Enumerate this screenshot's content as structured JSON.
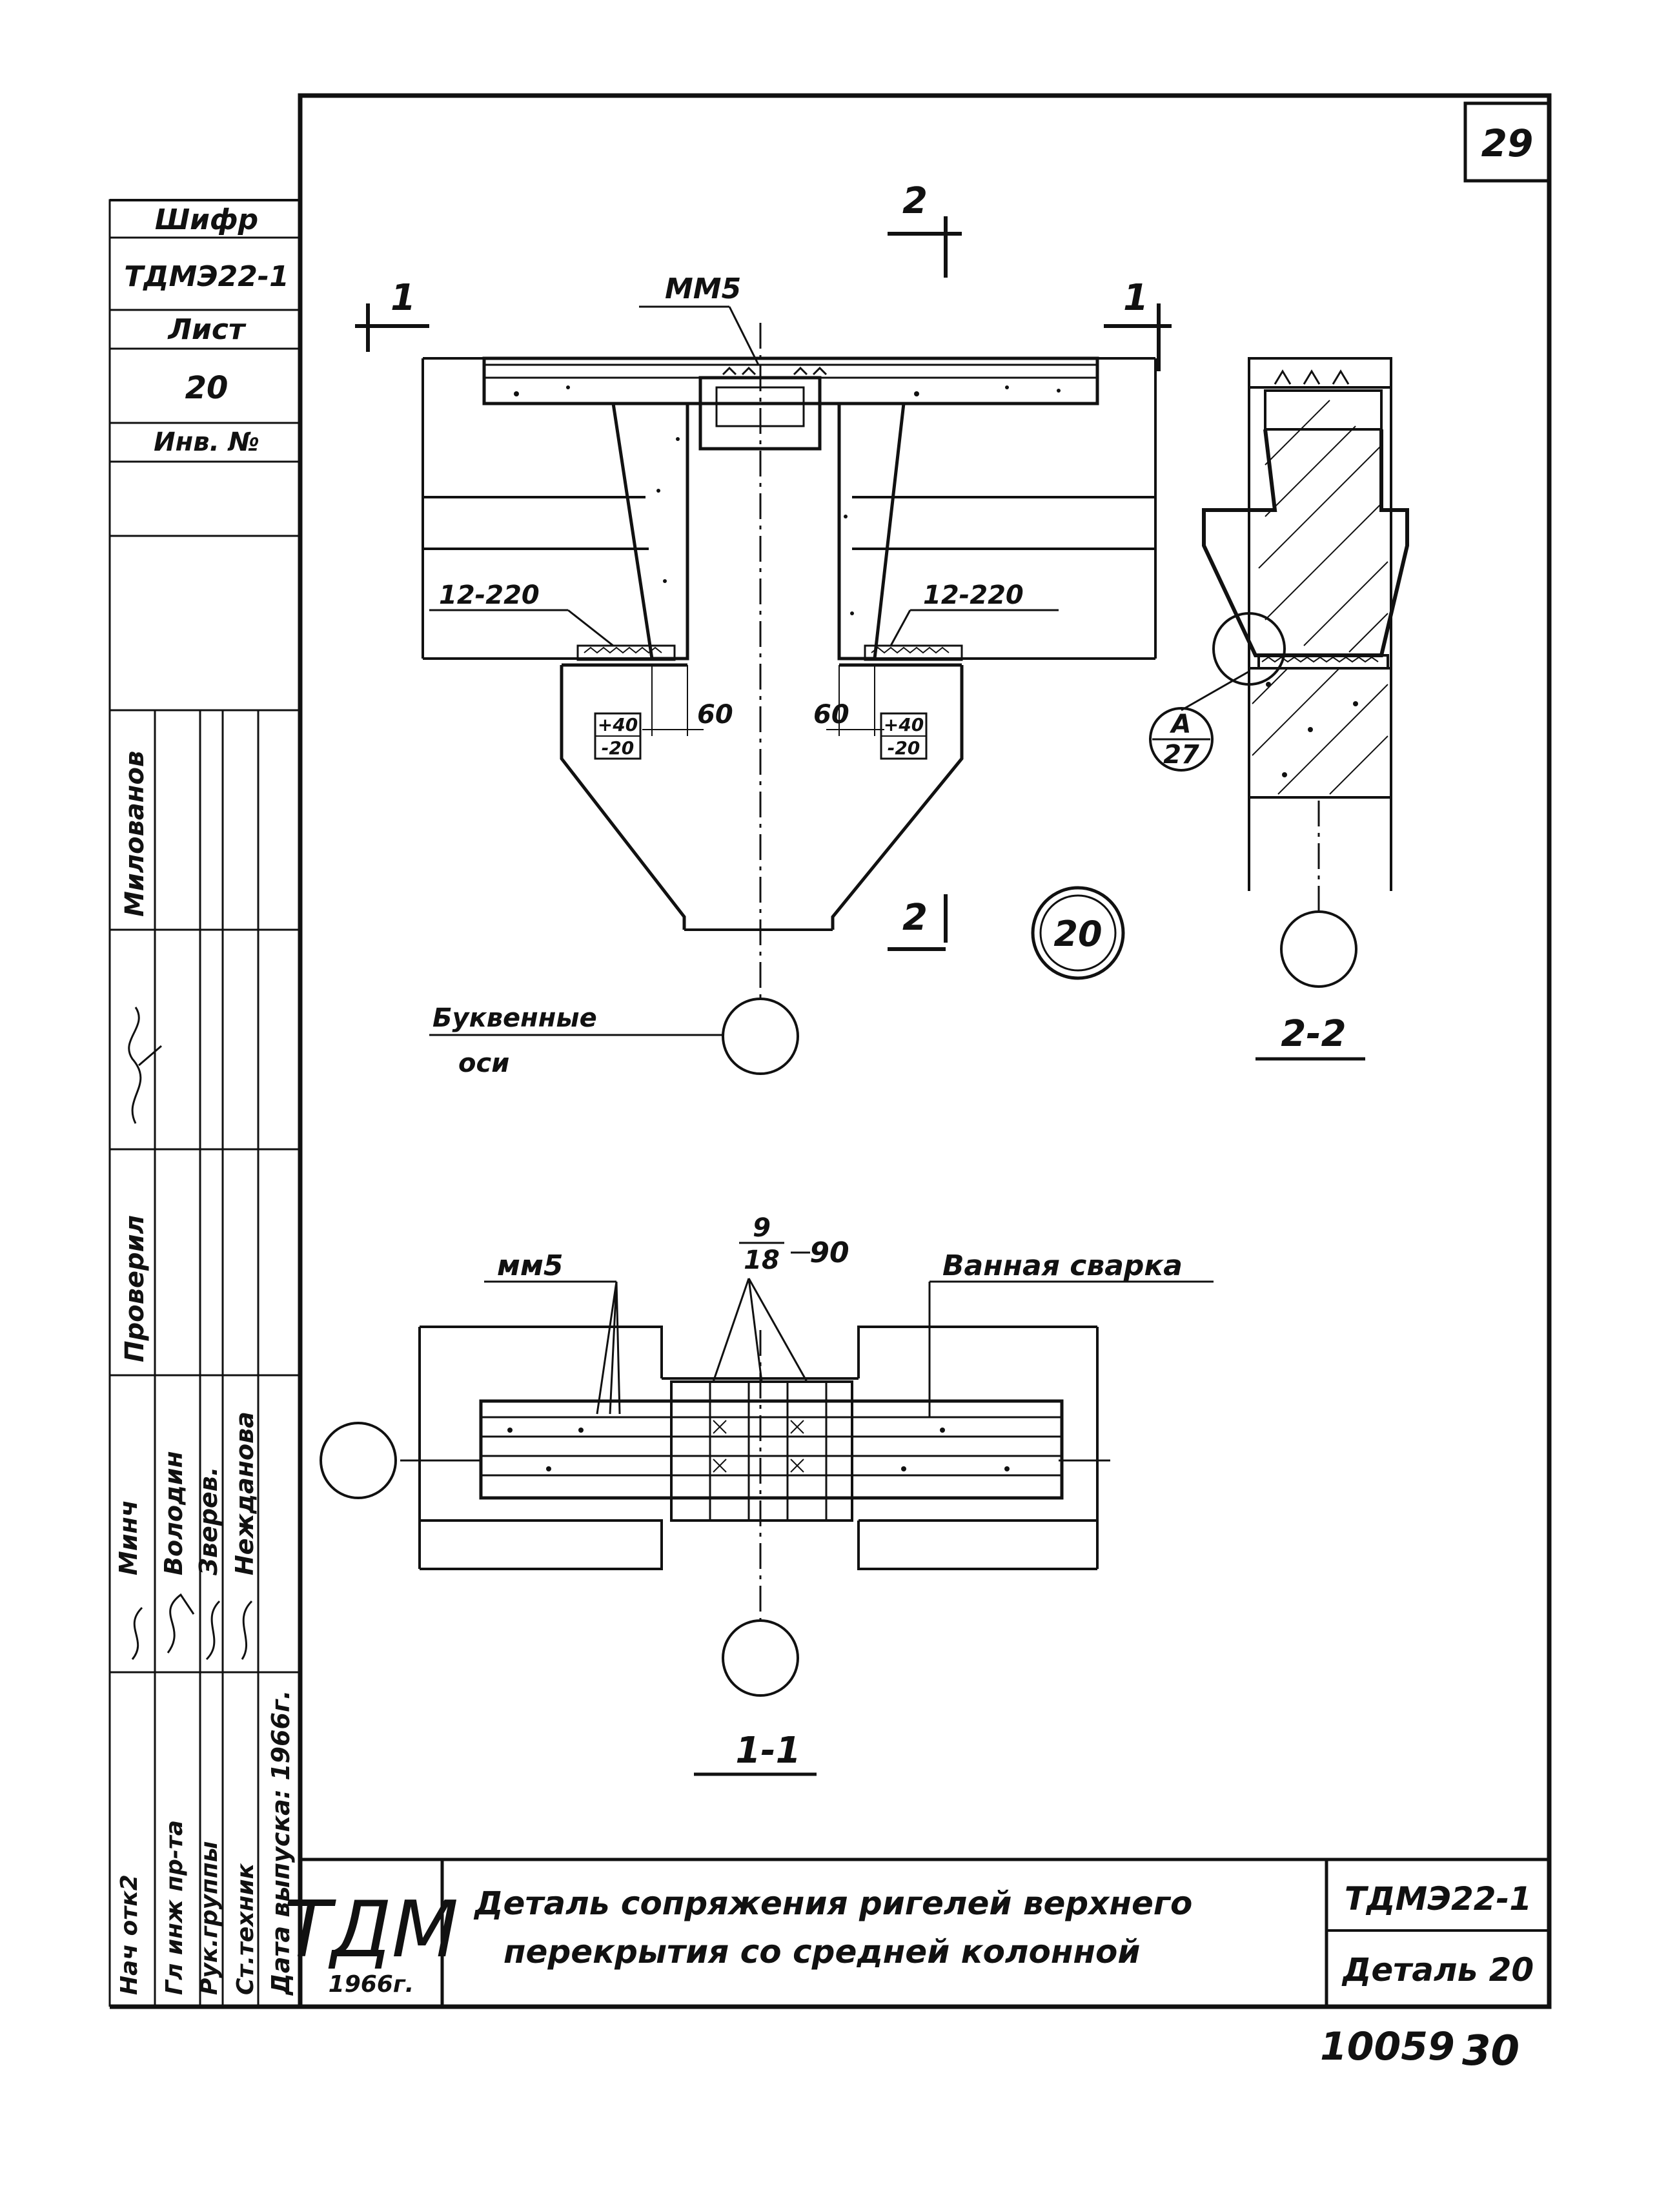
{
  "sheet_number": "29",
  "side_stamp": {
    "shifr_label": "Шифр",
    "shifr_value": "ТДМЭ22-1",
    "list_label": "Лист",
    "list_value": "20",
    "inv_label": "Инв. №"
  },
  "signatures": {
    "author": "Милованов",
    "checked": "Проверил",
    "rows": [
      {
        "role": "Нач отк2",
        "name": "Минч"
      },
      {
        "role": "Гл инж пр-та",
        "name": "Володин"
      },
      {
        "role": "Рук.группы",
        "name": "Зверев."
      },
      {
        "role": "Ст.техник",
        "name": "Нежданова"
      }
    ],
    "release_date": "Дата выпуска: 1966г."
  },
  "drawing": {
    "section_mark_1": "1",
    "section_mark_2": "2",
    "mm5_top": "ММ5",
    "weld_left": "12-220",
    "weld_right": "12-220",
    "tol_top": "+40",
    "tol_bottom": "-20",
    "dim_60": "60",
    "detail_number": "20",
    "axis_label_line1": "Буквенные",
    "axis_label_line2": "оси",
    "detail_ref_top": "А",
    "detail_ref_bottom": "27",
    "section_22": "2-2",
    "mm5_section": "мм5",
    "frac_top": "9",
    "frac_bottom": "18",
    "frac_value": "90",
    "bath_welding": "Ванная сварка",
    "section_11": "1-1"
  },
  "title_block": {
    "logo": "ТДМ",
    "year": "1966г.",
    "title_line1": "Деталь сопряжения ригелей верхнего",
    "title_line2": "перекрытия со средней колонной",
    "code": "ТДМЭ22-1",
    "detail": "Деталь 20"
  },
  "footer": {
    "number": "10059",
    "page": "30"
  }
}
